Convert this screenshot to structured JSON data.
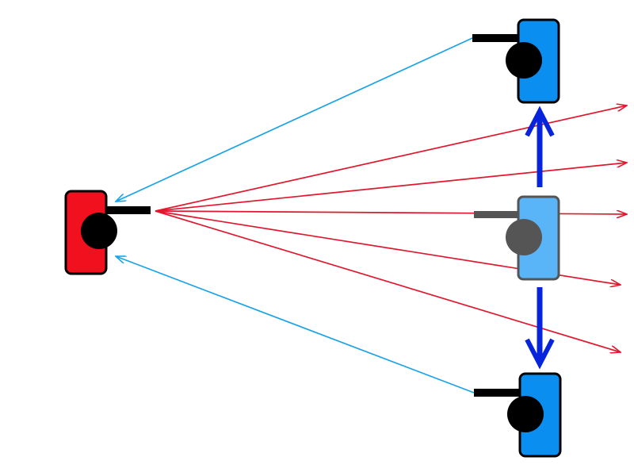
{
  "colors": {
    "background": "#ffffff",
    "red_tank": "#f0101e",
    "blue_tank": "#0a8ef0",
    "ghost_tank_fill": "#5ab4f8",
    "ghost_tank_outline": "#555555",
    "ghost_turret": "#555555",
    "outline": "#000000",
    "barrel": "#000000",
    "shot_line": "#e0182e",
    "return_line": "#1aa3e6",
    "move_arrow": "#0524dc"
  },
  "icons": {
    "red_tank": "tank-icon",
    "blue_tank": "tank-icon",
    "ghost_tank": "tank-icon"
  },
  "elements": {
    "red_tank": {
      "facing": "right"
    },
    "blue_tanks": [
      {
        "id": "top",
        "facing": "left"
      },
      {
        "id": "bottom",
        "facing": "left"
      }
    ],
    "ghost_tank": {
      "facing": "left",
      "style": "faded"
    },
    "shot_lines": {
      "count": 5
    },
    "return_lines": {
      "count": 2
    },
    "move_arrows": [
      {
        "direction": "up"
      },
      {
        "direction": "down"
      }
    ]
  }
}
